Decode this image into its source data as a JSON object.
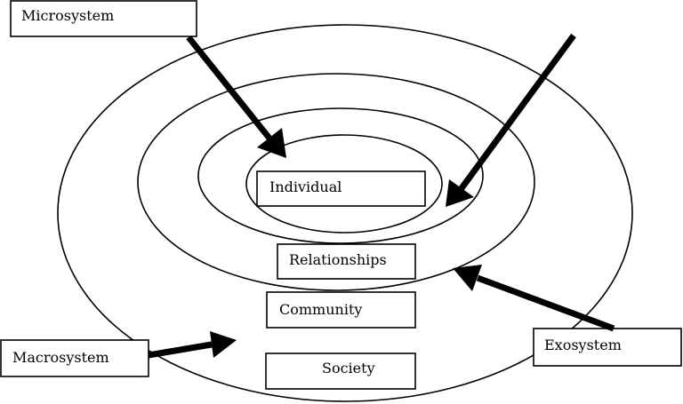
{
  "diagram": {
    "layers": {
      "individual": "Individual",
      "relationships": "Relationships",
      "community": "Community",
      "society": "Society"
    },
    "systems": {
      "microsystem": "Microsystem",
      "exosystem": "Exosystem",
      "macrosystem": "Macrosystem"
    }
  }
}
